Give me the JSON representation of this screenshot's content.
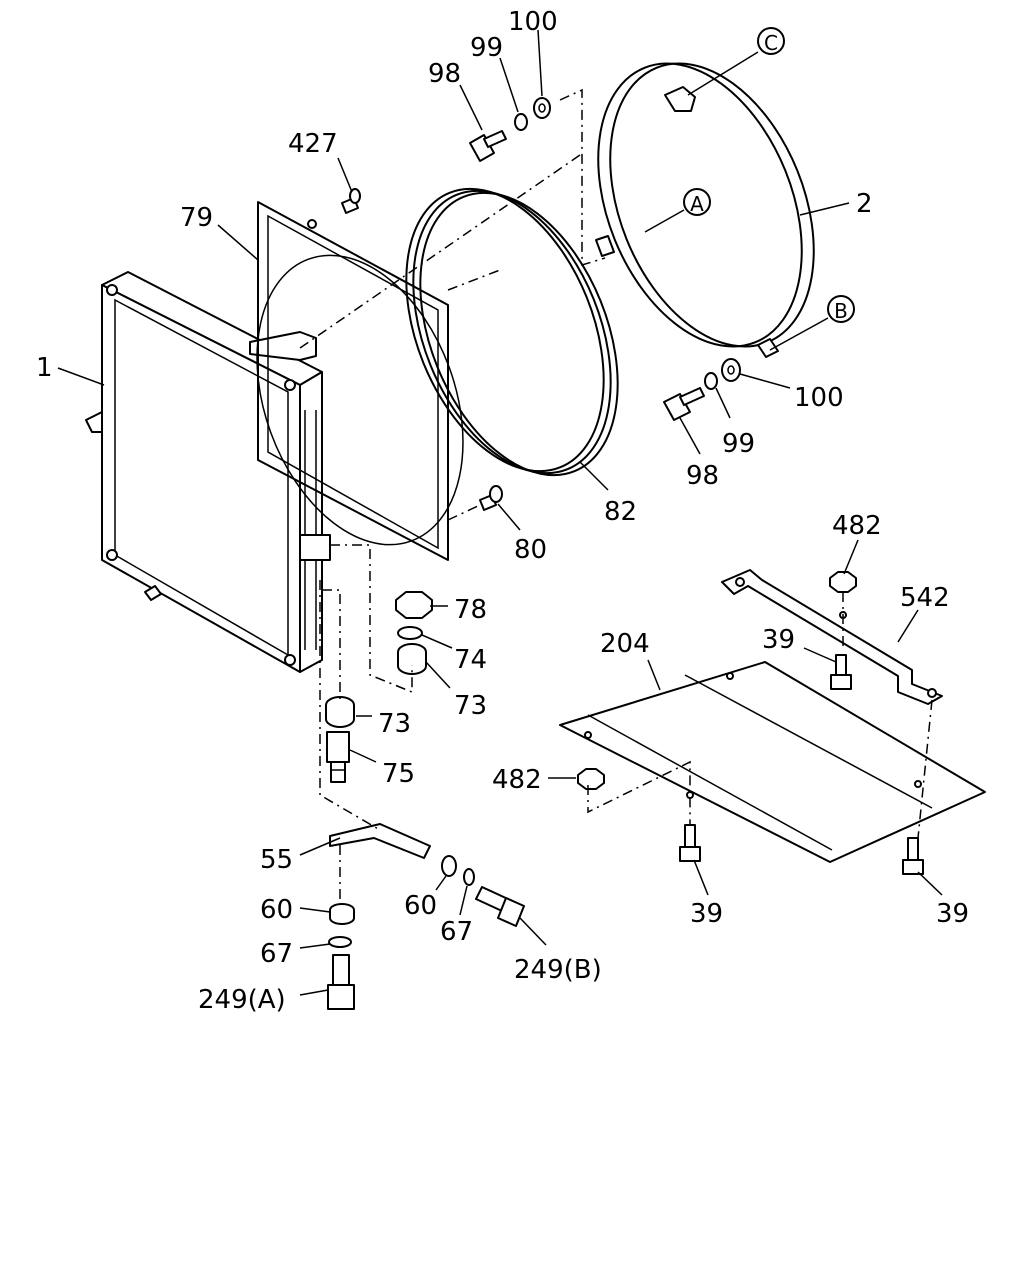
{
  "labels": {
    "p1": "1",
    "p2": "2",
    "p39a": "39",
    "p39b": "39",
    "p39c": "39",
    "p55": "55",
    "p60a": "60",
    "p60b": "60",
    "p67a": "67",
    "p67b": "67",
    "p73a": "73",
    "p73b": "73",
    "p74": "74",
    "p75": "75",
    "p78": "78",
    "p79": "79",
    "p80": "80",
    "p82": "82",
    "p98a": "98",
    "p98b": "98",
    "p99a": "99",
    "p99b": "99",
    "p100a": "100",
    "p100b": "100",
    "p204": "204",
    "p249a": "249(A)",
    "p249b": "249(B)",
    "p427": "427",
    "p482a": "482",
    "p482b": "482",
    "p542": "542"
  },
  "callouts": {
    "a": "A",
    "b": "B",
    "c": "C"
  }
}
